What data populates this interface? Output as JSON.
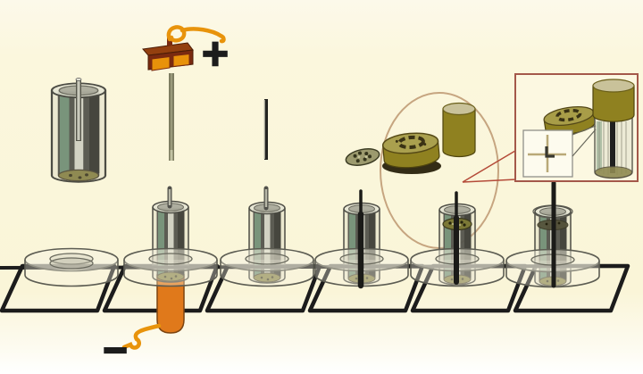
{
  "labels": {
    "positive_terminal": "+",
    "negative_terminal": "−"
  },
  "colors": {
    "background": "#fbf7dd",
    "line": "#1c1c1c",
    "olive": "#8f8120",
    "olive_top": "#c9c29a",
    "wire_orange": "#e8930b",
    "liquid_orange": "#e0791b",
    "cap_brown": "#7a2a10",
    "cap_panel_orange": "#e8920a",
    "callout_box_border": "#a4584a",
    "callout_oval": "#c6a580",
    "pointer_red": "#b44a38",
    "can_interior": "#54544c",
    "green_stripe": "#7c9a80"
  },
  "parts": {
    "part1": "zinc-can-with-center-tube",
    "part2": "carbon-rod-with-brass-cap-and-positive-wire",
    "part3": "thin-rod",
    "part4": "perforated-washer",
    "part5": "seal-disc",
    "part6": "top-cap-cylinder"
  },
  "stations": {
    "s1": "empty-ring-holder",
    "s2": "filling-with-electrolyte",
    "s3": "filled-can-in-holder",
    "s4": "carbon-rod-inserted",
    "s5": "seal-disc-placed",
    "s6": "assembled-cell"
  },
  "callout": {
    "inset": "crimp-seal-cross-section"
  }
}
